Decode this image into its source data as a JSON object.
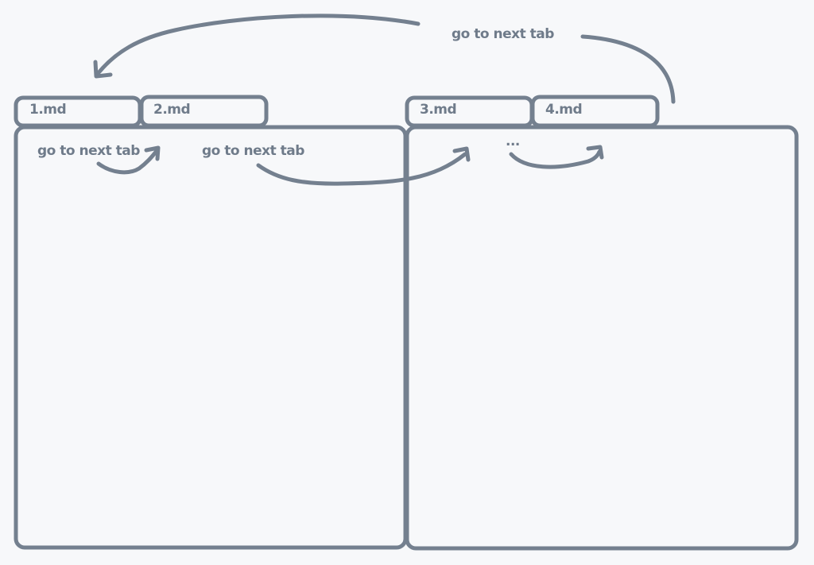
{
  "tabs": [
    {
      "label": "1.md"
    },
    {
      "label": "2.md"
    },
    {
      "label": "3.md"
    },
    {
      "label": "4.md"
    }
  ],
  "annotations": {
    "top_arrow_label": "go to next tab",
    "left_pane_inner_label": "go to next tab",
    "cross_pane_label": "go to next tab",
    "right_pane_ellipsis": "..."
  },
  "colors": {
    "stroke": "#74808f",
    "background": "#f7f8fa",
    "text": "#6f7b8a"
  }
}
